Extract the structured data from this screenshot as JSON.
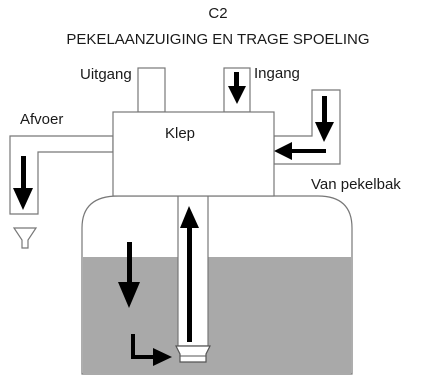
{
  "diagram": {
    "code": "C2",
    "title": "PEKELAANZUIGING EN TRAGE SPOELING",
    "labels": {
      "outlet": "Uitgang",
      "inlet": "Ingang",
      "drain": "Afvoer",
      "valve": "Klep",
      "from_brine_tank": "Van pekelbak"
    },
    "colors": {
      "tank_fill": "#a9a9a9",
      "outline": "#777777",
      "arrow": "#000000",
      "background": "#ffffff"
    }
  }
}
